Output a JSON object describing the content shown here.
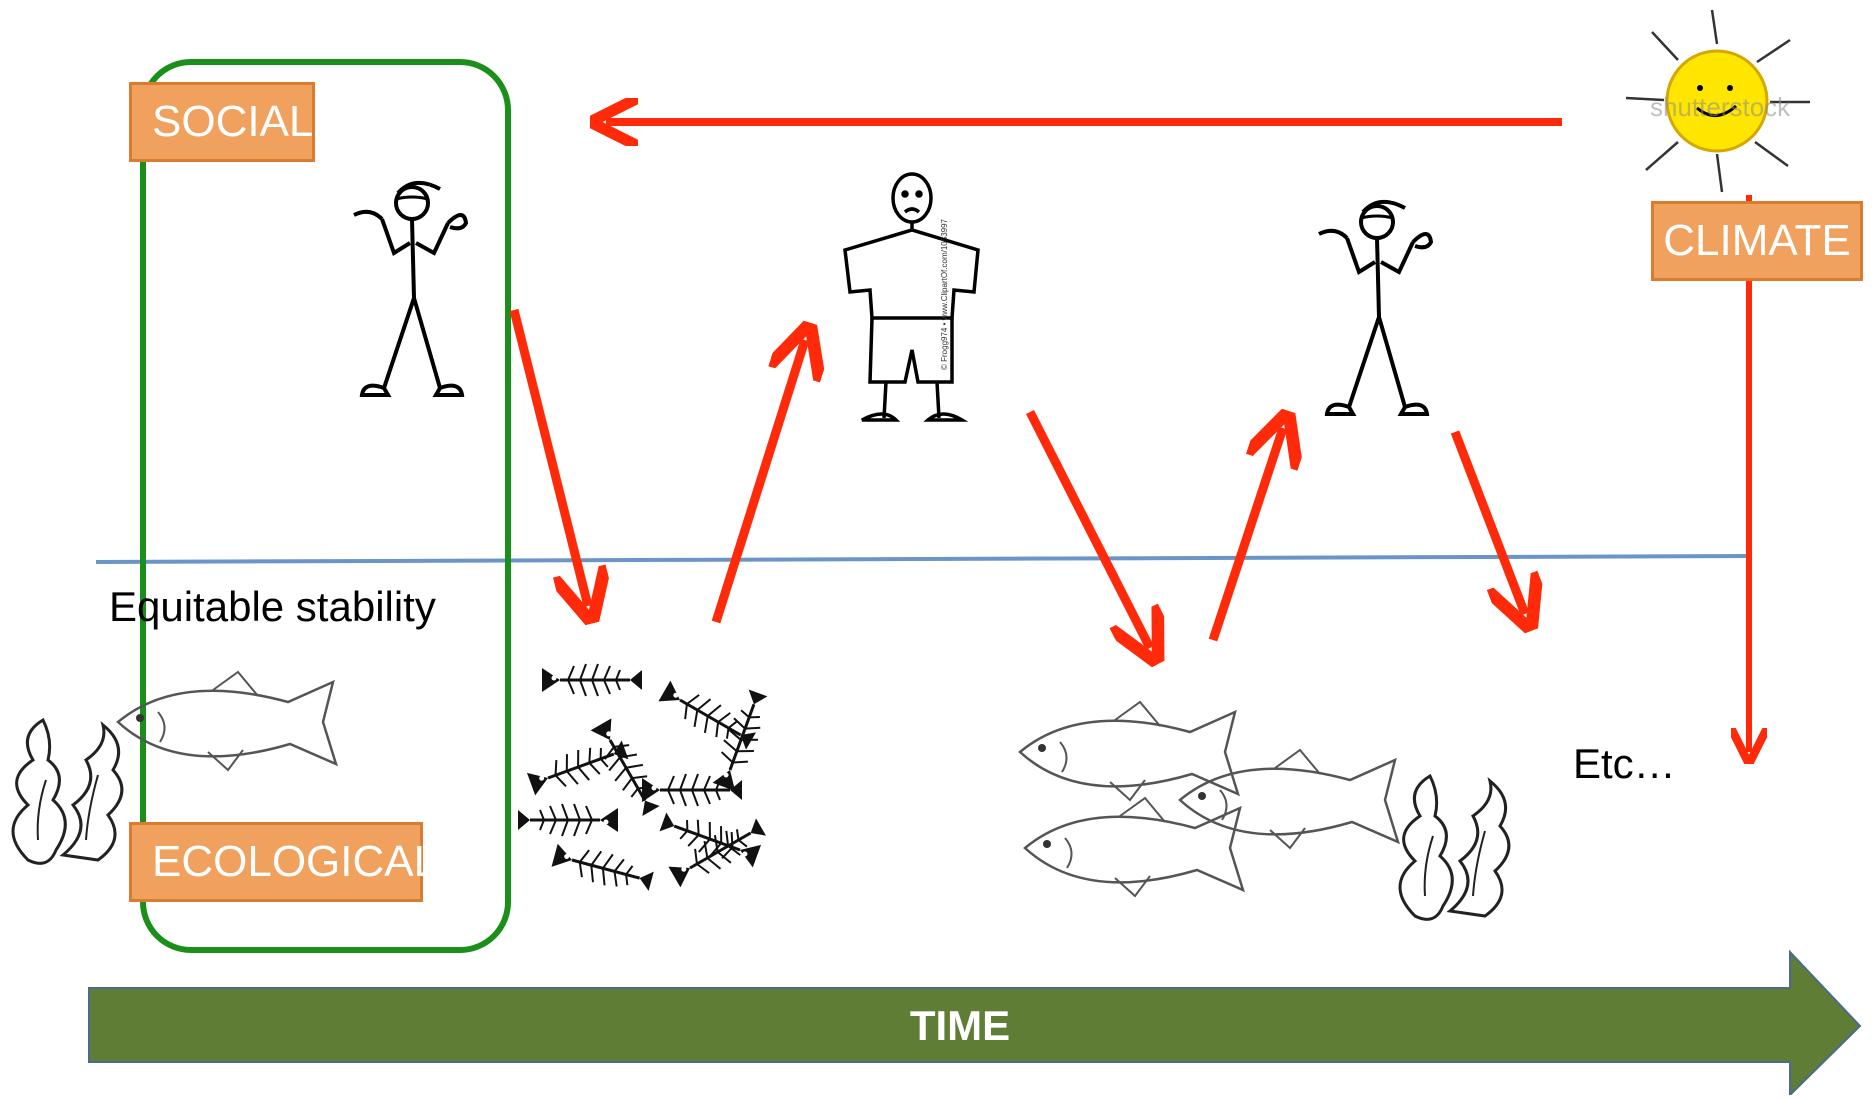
{
  "labels": {
    "social": "SOCIAL",
    "ecological": "ECOLOGICAL",
    "climate": "CLIMATE",
    "stability": "Equitable stability",
    "etc": "Etc…",
    "time": "TIME"
  },
  "watermark": "shutterstock",
  "credit": "© Frogg974  •  www.ClipartOf.com/1053997",
  "colors": {
    "arrow": "#ff2a0a",
    "baseline": "#6b94c8",
    "stability_frame": "#1a8f1a",
    "label_fill": "#f0a15e",
    "time_arrow": "#5f7d35"
  },
  "icons": [
    "stick-figure-icon",
    "sad-figure-icon",
    "fish-icon",
    "fish-skeleton-icon",
    "seaweed-icon",
    "sun-icon"
  ]
}
